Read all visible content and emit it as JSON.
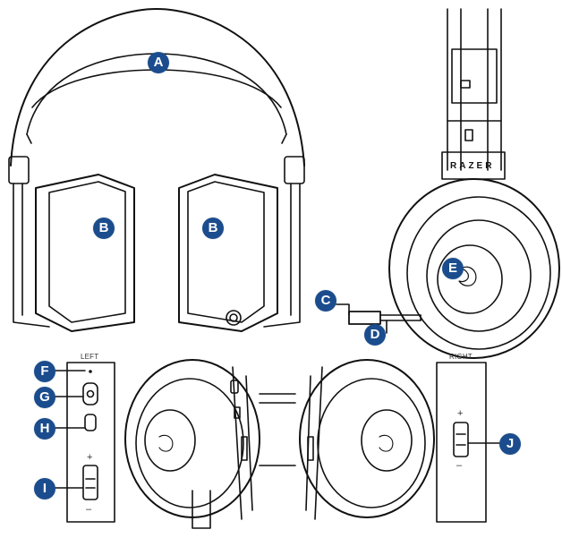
{
  "colors": {
    "callout_bg": "#1b4d8e",
    "line": "#111111",
    "fill": "#ffffff"
  },
  "callouts": {
    "a": "A",
    "b": "B",
    "c": "C",
    "d": "D",
    "e": "E",
    "f": "F",
    "g": "G",
    "h": "H",
    "i": "I",
    "j": "J"
  },
  "labels": {
    "left": "LEFT",
    "right": "RIGHT",
    "brand": "RAZER",
    "plus": "+",
    "minus": "–"
  },
  "icons": {
    "power": "power-icon",
    "usb": "usb-c-port-icon",
    "mic_mute": "mic-mute-icon",
    "razer": "razer-logo-icon"
  }
}
